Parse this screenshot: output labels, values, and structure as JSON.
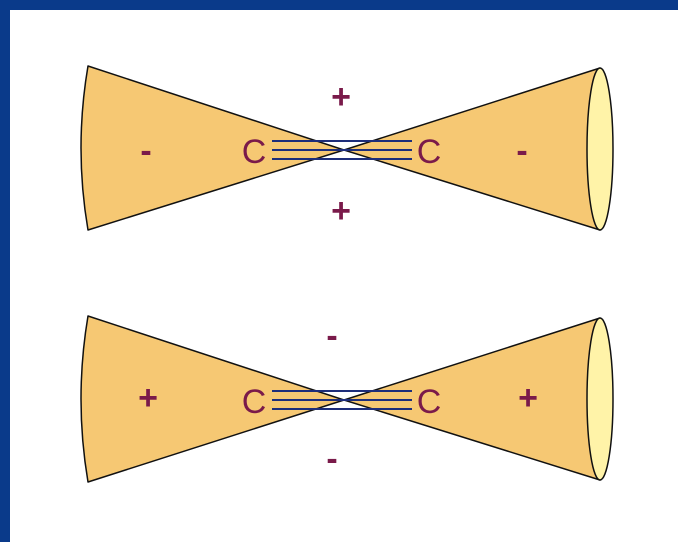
{
  "colors": {
    "frame": "#0a3a8a",
    "cone_fill": "#f6c873",
    "cone_cap": "#fff3a8",
    "outline": "#111111",
    "bond": "#1d2d7a",
    "label": "#7a1a4a"
  },
  "diagrams": [
    {
      "bond": "triple",
      "left_atom": "C",
      "right_atom": "C",
      "left_cone_sign": "-",
      "right_cone_sign": "-",
      "top_sign": "+",
      "bottom_sign": "+"
    },
    {
      "bond": "triple",
      "left_atom": "C",
      "right_atom": "C",
      "left_cone_sign": "+",
      "right_cone_sign": "+",
      "top_sign": "-",
      "bottom_sign": "-"
    }
  ]
}
